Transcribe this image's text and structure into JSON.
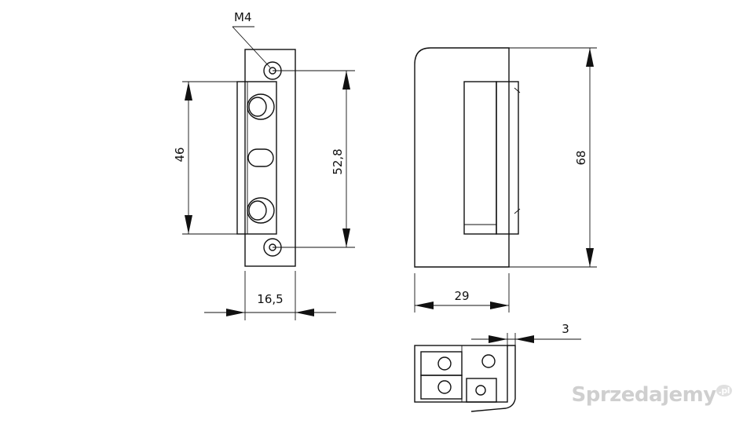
{
  "drawing": {
    "thread_label": "M4",
    "front_view": {
      "height_inner": "46",
      "screw_spacing": "52,8",
      "width": "16,5"
    },
    "side_view": {
      "height": "68",
      "depth": "29"
    },
    "bottom_view": {
      "offset": "3"
    }
  },
  "watermark": {
    "brand": "Sprzedajemy",
    "suffix": ".pl"
  }
}
